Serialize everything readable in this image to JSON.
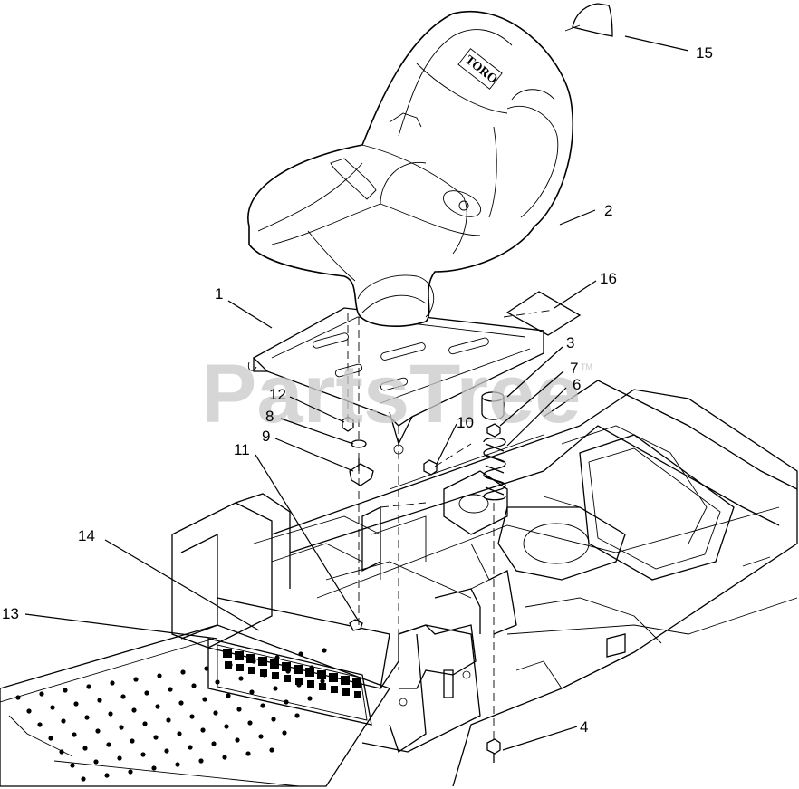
{
  "diagram": {
    "watermark": "PartsTree",
    "watermark_mark": "TM",
    "seat_logo": "TORO",
    "callouts": [
      {
        "id": "c1",
        "label": "1"
      },
      {
        "id": "c2",
        "label": "2"
      },
      {
        "id": "c3",
        "label": "3"
      },
      {
        "id": "c4",
        "label": "4"
      },
      {
        "id": "c6",
        "label": "6"
      },
      {
        "id": "c7",
        "label": "7"
      },
      {
        "id": "c8",
        "label": "8"
      },
      {
        "id": "c9",
        "label": "9"
      },
      {
        "id": "c10",
        "label": "10"
      },
      {
        "id": "c11",
        "label": "11"
      },
      {
        "id": "c12",
        "label": "12"
      },
      {
        "id": "c13",
        "label": "13"
      },
      {
        "id": "c14",
        "label": "14"
      },
      {
        "id": "c15",
        "label": "15"
      },
      {
        "id": "c16",
        "label": "16"
      }
    ]
  }
}
